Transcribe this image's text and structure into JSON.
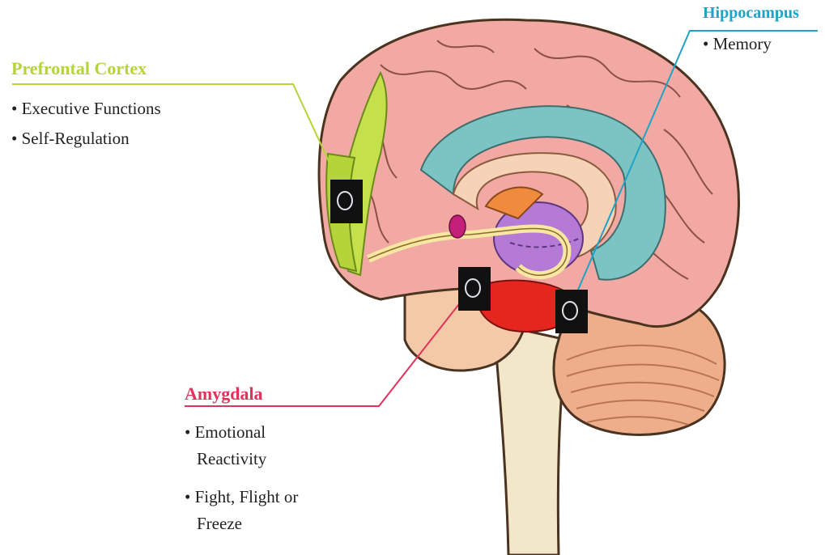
{
  "regions": {
    "prefrontal": {
      "title": "Prefrontal Cortex",
      "color": "#b5d43a",
      "items": [
        "Executive Functions",
        "Self-Regulation"
      ]
    },
    "hippocampus": {
      "title": "Hippocampus",
      "color": "#1ea3c7",
      "items": [
        "Memory"
      ]
    },
    "amygdala": {
      "title": "Amygdala",
      "color": "#e0325a",
      "items": [
        "Emotional Reactivity",
        "Fight, Flight or Freeze"
      ],
      "items_lines": [
        [
          "Emotional",
          "Reactivity"
        ],
        [
          "Fight, Flight or",
          "Freeze"
        ]
      ]
    }
  },
  "bullet_char": "•"
}
